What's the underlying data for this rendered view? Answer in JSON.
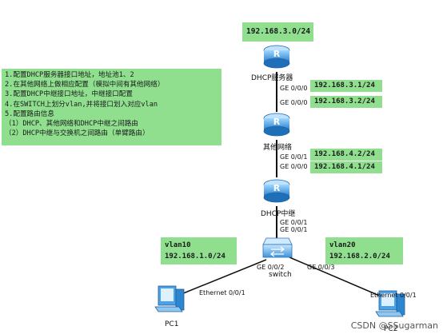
{
  "notes": [
    "1.配置DHCP服务器接口地址，地址池1、2",
    "2.在其他网络上做相应配置（模拟中间有其他网络）",
    "3.配置DHCP中继接口地址，中继接口配置",
    "4.在SWITCH上划分vlan,并将接口划入对应vlan",
    "5.配置路由信息",
    "（1）DHCP、其他网络和DHCP中继之间路由",
    "（2）DHCP中继与交换机之间路由（单臂路由）"
  ],
  "ip_boxes": {
    "top": "192.168.3.0/24",
    "server_ge": "192.168.3.1/24",
    "other_ge000": "192.168.3.2/24",
    "other_ge001": "192.168.4.2/24",
    "relay_ge000": "192.168.4.1/24"
  },
  "vlans": {
    "vlan10": {
      "name": "vlan10",
      "subnet": "192.168.1.0/24"
    },
    "vlan20": {
      "name": "vlan20",
      "subnet": "192.168.2.0/24"
    }
  },
  "nodes": {
    "server": "DHCP服务器",
    "other": "其他网络",
    "relay": "DHCP中继",
    "switch": "switch",
    "pc1": "PC1",
    "pc2": "PC2"
  },
  "ports": {
    "server_down": "GE 0/0/0",
    "other_up": "GE 0/0/0",
    "other_down": "GE 0/0/1",
    "relay_up": "GE 0/0/0",
    "relay_down": "GE 0/0/1",
    "switch_up": "GE 0/0/1",
    "switch_left": "GE 0/0/2",
    "switch_right": "GE 0/0/3",
    "pc1_eth": "Ethernet 0/0/1",
    "pc2_eth": "Ethernet 0/0/1"
  },
  "watermark": "CSDN @SSugarman",
  "colors": {
    "box": "#8fdf8f",
    "router": "#2f8fd8",
    "link": "#111111"
  }
}
